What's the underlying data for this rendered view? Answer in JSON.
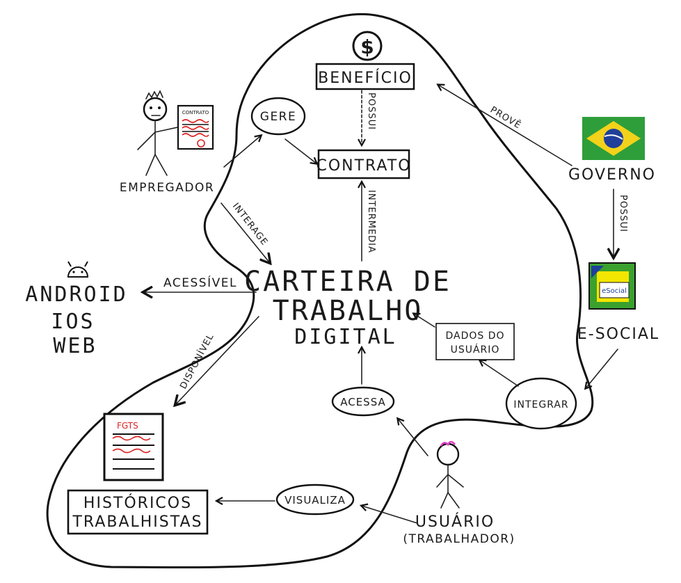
{
  "center": {
    "line1": "CARTEIRA DE",
    "line2": "TRABALHO",
    "line3": "DIGITAL"
  },
  "nodes": {
    "beneficio": "BENEFÍCIO",
    "contrato": "CONTRATO",
    "gere": "GERE",
    "empregador": "EMPREGADOR",
    "governo": "GOVERNO",
    "esocial": "E-SOCIAL",
    "esocial_logo_text": "eSocial",
    "contrato_doc_title": "CONTRATO",
    "dados_line1": "DADOS DO",
    "dados_line2": "USUÁRIO",
    "integrar": "INTEGRAR",
    "acessa": "ACESSA",
    "usuario": "USUÁRIO",
    "usuario_sub": "(TRABALHADOR)",
    "visualiza": "VISUALIZA",
    "historicos_line1": "HISTÓRICOS",
    "historicos_line2": "TRABALHISTAS",
    "fgts": "FGTS",
    "android": "ANDROID",
    "ios": "IOS",
    "web": "WEB",
    "dollar": "$"
  },
  "edges": {
    "possui_beneficio": "POSSUI",
    "intermedia": "INTERMEDIA",
    "prove": "PROVÊ",
    "possui_governo": "POSSUI",
    "interage": "INTERAGE",
    "acessivel": "ACESSÍVEL",
    "disponivel": "DISPONÍVEL"
  },
  "colors": {
    "ink": "#111111",
    "flag_green": "#2e9e3a",
    "flag_yellow": "#f2d21a",
    "flag_blue": "#1f3f9a",
    "esocial_green": "#3aa12f",
    "esocial_yellow": "#f3e600",
    "contract_red": "#d22",
    "hair_pink": "#e040c8",
    "hair_yellow": "#f2c200"
  }
}
